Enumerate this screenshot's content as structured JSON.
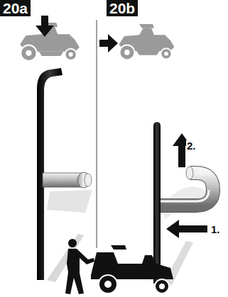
{
  "diagram": {
    "labels": [
      "20a",
      "20b",
      "1.",
      "2."
    ]
  }
}
